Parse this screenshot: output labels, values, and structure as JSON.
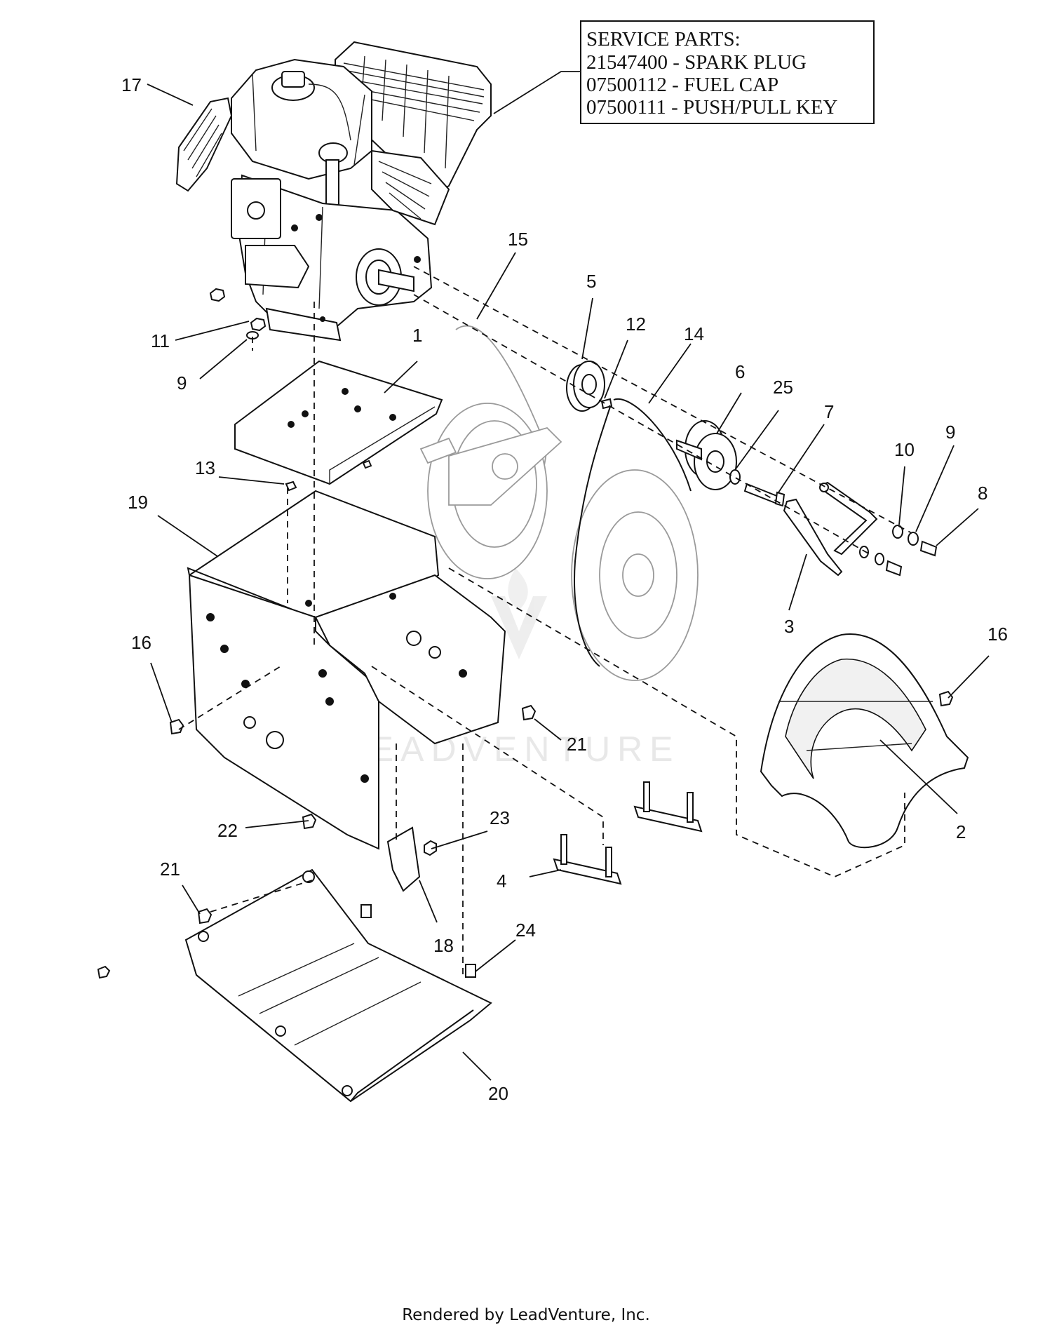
{
  "service_parts": {
    "title": "SERVICE PARTS:",
    "items": [
      "21547400 - SPARK PLUG",
      "07500112 - FUEL CAP",
      "07500111 - PUSH/PULL KEY"
    ]
  },
  "callouts": [
    "17",
    "11",
    "9",
    "1",
    "15",
    "5",
    "12",
    "14",
    "6",
    "25",
    "7",
    "9",
    "10",
    "8",
    "3",
    "13",
    "19",
    "16",
    "16",
    "21",
    "2",
    "22",
    "23",
    "4",
    "21",
    "18",
    "24",
    "20"
  ],
  "watermark": "LEADVENTURE",
  "footer": "Rendered by LeadVenture, Inc."
}
